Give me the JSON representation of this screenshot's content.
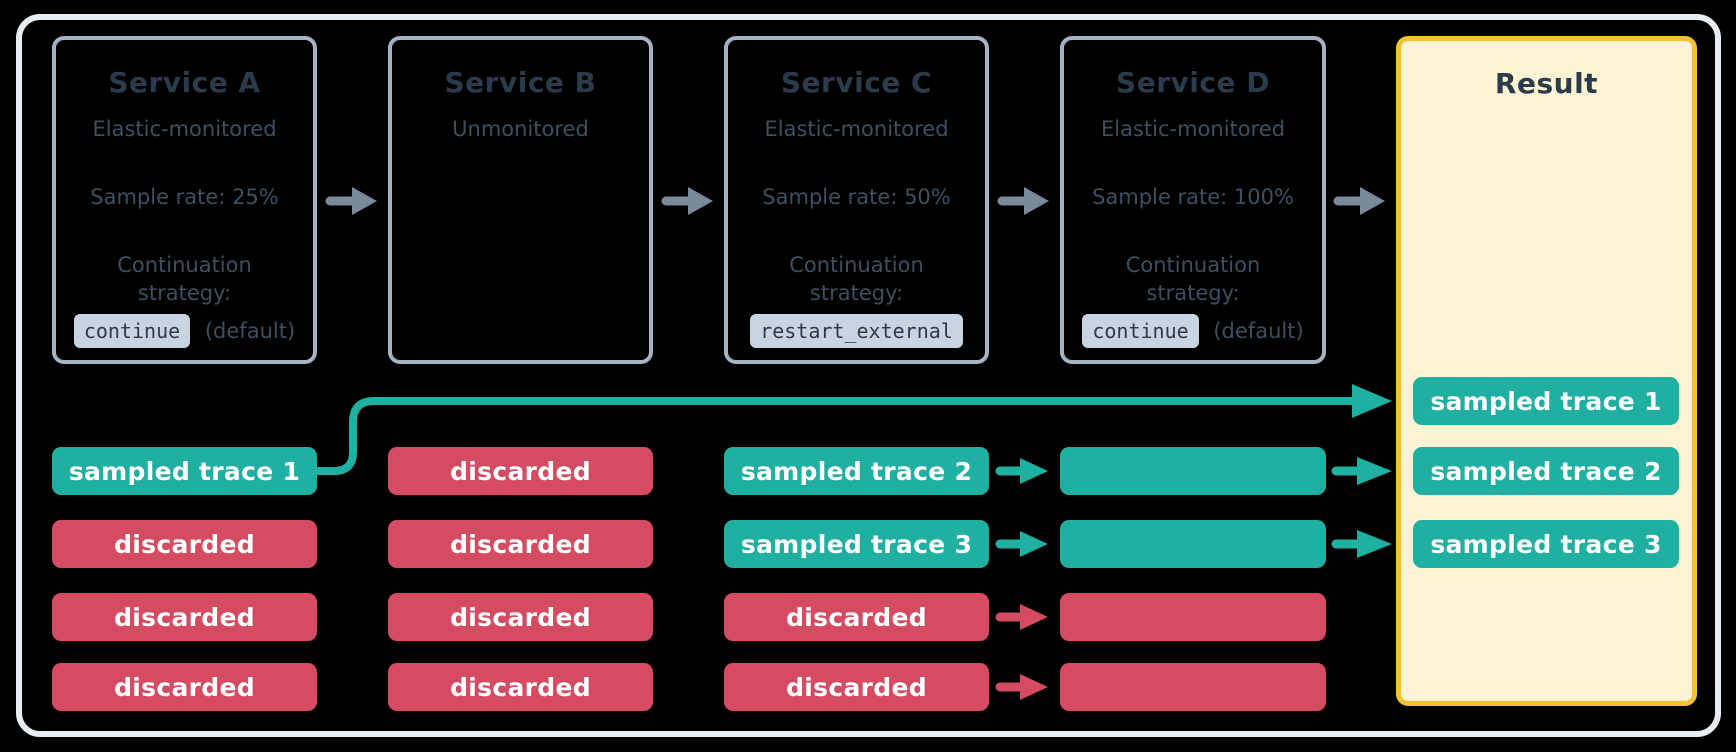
{
  "services": [
    {
      "title": "Service A",
      "monitoring": "Elastic-monitored",
      "sample_rate": "Sample rate: 25%",
      "strategy_label": "Continuation strategy:",
      "strategy_code": "continue",
      "strategy_suffix": "(default)"
    },
    {
      "title": "Service B",
      "monitoring": "Unmonitored"
    },
    {
      "title": "Service C",
      "monitoring": "Elastic-monitored",
      "sample_rate": "Sample rate: 50%",
      "strategy_label": "Continuation strategy:",
      "strategy_code": "restart_external"
    },
    {
      "title": "Service D",
      "monitoring": "Elastic-monitored",
      "sample_rate": "Sample rate: 100%",
      "strategy_label": "Continuation strategy:",
      "strategy_code": "continue",
      "strategy_suffix": "(default)"
    }
  ],
  "result": {
    "title": "Result"
  },
  "traces": {
    "a": [
      {
        "label": "sampled trace 1",
        "status": "sampled"
      },
      {
        "label": "discarded",
        "status": "discarded"
      },
      {
        "label": "discarded",
        "status": "discarded"
      },
      {
        "label": "discarded",
        "status": "discarded"
      }
    ],
    "b": [
      {
        "label": "discarded",
        "status": "discarded"
      },
      {
        "label": "discarded",
        "status": "discarded"
      },
      {
        "label": "discarded",
        "status": "discarded"
      },
      {
        "label": "discarded",
        "status": "discarded"
      }
    ],
    "c": [
      {
        "label": "sampled trace 2",
        "status": "sampled"
      },
      {
        "label": "sampled trace 3",
        "status": "sampled"
      },
      {
        "label": "discarded",
        "status": "discarded"
      },
      {
        "label": "discarded",
        "status": "discarded"
      }
    ],
    "d": [
      {
        "label": "",
        "status": "sampled"
      },
      {
        "label": "",
        "status": "sampled"
      },
      {
        "label": "",
        "status": "discarded"
      },
      {
        "label": "",
        "status": "discarded"
      }
    ],
    "result": [
      {
        "label": "sampled trace 1",
        "status": "sampled"
      },
      {
        "label": "sampled trace 2",
        "status": "sampled"
      },
      {
        "label": "sampled trace 3",
        "status": "sampled"
      }
    ]
  },
  "icons": {
    "flow_arrow": "arrow-right-icon"
  },
  "colors": {
    "sampled_teal": "#1FB0A1",
    "discarded_red": "#D54B61",
    "flow_arrow_gray": "#7A8A9A",
    "service_border": "#A6B4C1",
    "outer_frame_border": "#E7EDF2",
    "result_background": "#FCF2D4",
    "result_border": "#F2C233",
    "chip_background": "#C8D4DF",
    "heading_text": "#2B3B4B",
    "body_text": "#3E5060",
    "pill_text": "#FFFFFF",
    "background": "#000000"
  }
}
